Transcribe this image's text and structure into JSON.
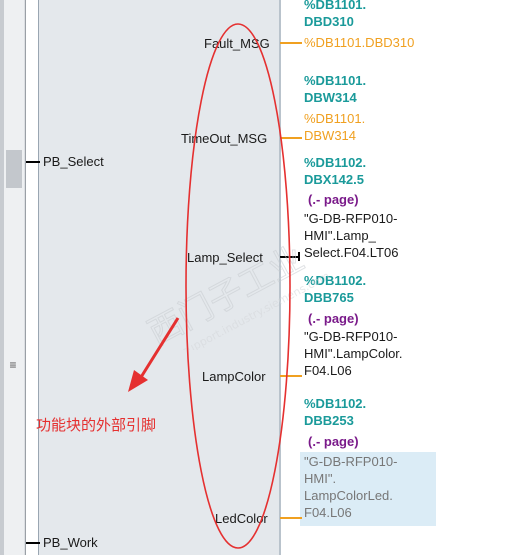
{
  "fb": {
    "inputs": [
      {
        "name": "PB_Select"
      },
      {
        "name": "PB_Work"
      }
    ],
    "outputs": [
      {
        "name": "Fault_MSG",
        "prev_addr": [
          "%DB1101.",
          "DBD310"
        ],
        "addr": "%DB1101.DBD310"
      },
      {
        "name": "TimeOut_MSG",
        "addr_teal": [
          "%DB1101.",
          "DBW314"
        ],
        "addr_orange": [
          "%DB1101.",
          "DBW314"
        ]
      },
      {
        "name": "Lamp_Select",
        "addr_teal": [
          "%DB1102.",
          "DBX142.5"
        ],
        "page": "(.- page)",
        "symbol": [
          "\"G-DB-RFP010-",
          "HMI\".Lamp_",
          "Select.F04.LT06"
        ]
      },
      {
        "name": "LampColor",
        "addr_teal": [
          "%DB1102.",
          "DBB765"
        ],
        "page": "(.- page)",
        "symbol": [
          "\"G-DB-RFP010-",
          "HMI\".LampColor.",
          "F04.L06"
        ]
      },
      {
        "name": "LedColor",
        "addr_teal": [
          "%DB1102.",
          "DBB253"
        ],
        "page": "(.- page)",
        "symbol": [
          "\"G-DB-RFP010-",
          "HMI\".",
          "LampColorLed.",
          "F04.L06"
        ]
      }
    ]
  },
  "annotation": {
    "text": "功能块的外部引脚",
    "color": "#e53030"
  },
  "watermark": {
    "line1": "西门子工业",
    "line2": "support.industry.siemens.com"
  },
  "scroll_grip": "≡",
  "colors": {
    "teal": "#1a9a9a",
    "orange": "#f0a020",
    "purple": "#7a1a8a",
    "red": "#e53030"
  }
}
